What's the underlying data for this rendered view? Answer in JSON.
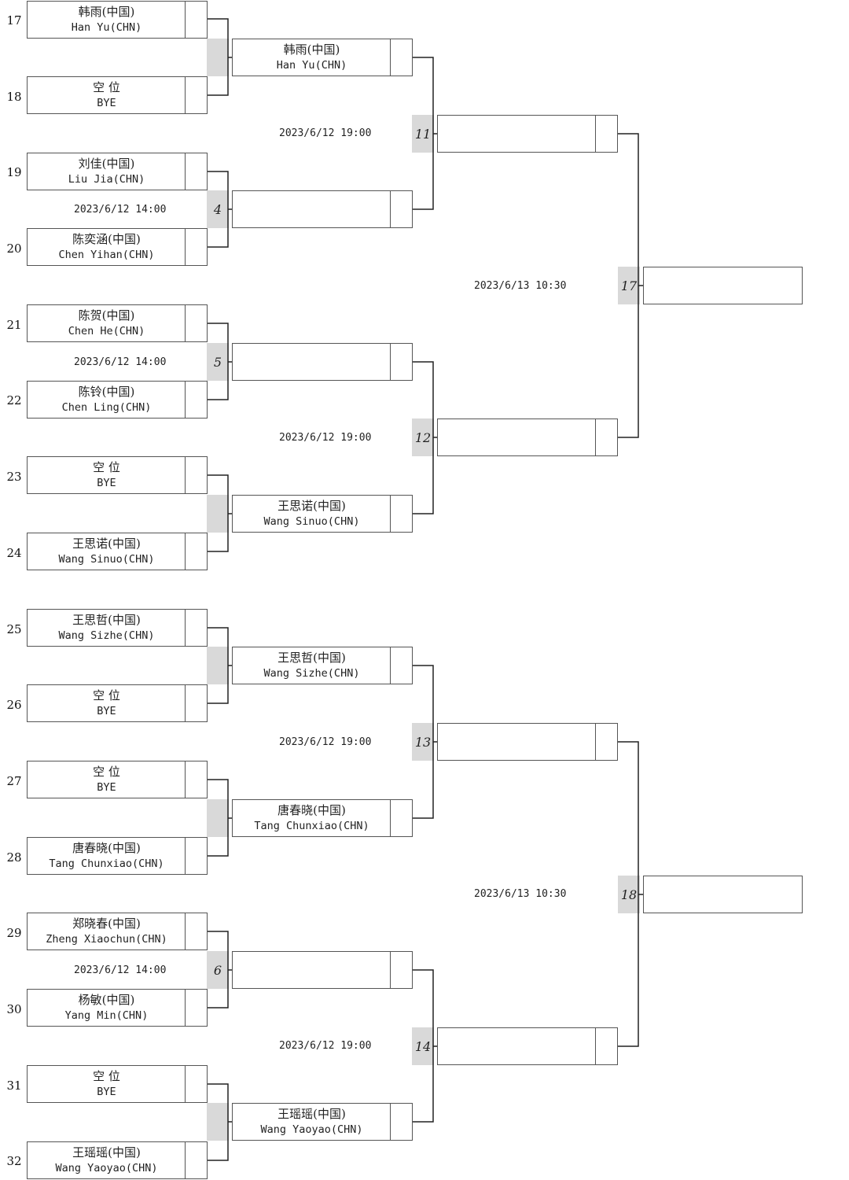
{
  "first_round": [
    {
      "seed": "17",
      "cn": "韩雨(中国)",
      "en": "Han Yu(CHN)"
    },
    {
      "seed": "18",
      "cn": "空 位",
      "en": "BYE"
    },
    {
      "seed": "19",
      "cn": "刘佳(中国)",
      "en": "Liu Jia(CHN)"
    },
    {
      "seed": "20",
      "cn": "陈奕涵(中国)",
      "en": "Chen Yihan(CHN)"
    },
    {
      "seed": "21",
      "cn": "陈贺(中国)",
      "en": "Chen He(CHN)"
    },
    {
      "seed": "22",
      "cn": "陈铃(中国)",
      "en": "Chen Ling(CHN)"
    },
    {
      "seed": "23",
      "cn": "空 位",
      "en": "BYE"
    },
    {
      "seed": "24",
      "cn": "王思诺(中国)",
      "en": "Wang Sinuo(CHN)"
    },
    {
      "seed": "25",
      "cn": "王思哲(中国)",
      "en": "Wang Sizhe(CHN)"
    },
    {
      "seed": "26",
      "cn": "空 位",
      "en": "BYE"
    },
    {
      "seed": "27",
      "cn": "空 位",
      "en": "BYE"
    },
    {
      "seed": "28",
      "cn": "唐春晓(中国)",
      "en": "Tang Chunxiao(CHN)"
    },
    {
      "seed": "29",
      "cn": "郑晓春(中国)",
      "en": "Zheng Xiaochun(CHN)"
    },
    {
      "seed": "30",
      "cn": "杨敏(中国)",
      "en": "Yang Min(CHN)"
    },
    {
      "seed": "31",
      "cn": "空 位",
      "en": "BYE"
    },
    {
      "seed": "32",
      "cn": "王瑶瑶(中国)",
      "en": "Wang Yaoyao(CHN)"
    }
  ],
  "first_round_matches": [
    {
      "match": "",
      "time": ""
    },
    {
      "match": "4",
      "time": "2023/6/12 14:00"
    },
    {
      "match": "5",
      "time": "2023/6/12 14:00"
    },
    {
      "match": "",
      "time": ""
    },
    {
      "match": "",
      "time": ""
    },
    {
      "match": "",
      "time": ""
    },
    {
      "match": "6",
      "time": "2023/6/12 14:00"
    },
    {
      "match": "",
      "time": ""
    }
  ],
  "second_round": [
    {
      "cn": "韩雨(中国)",
      "en": "Han Yu(CHN)"
    },
    {
      "cn": "",
      "en": ""
    },
    {
      "cn": "",
      "en": ""
    },
    {
      "cn": "王思诺(中国)",
      "en": "Wang Sinuo(CHN)"
    },
    {
      "cn": "王思哲(中国)",
      "en": "Wang Sizhe(CHN)"
    },
    {
      "cn": "唐春晓(中国)",
      "en": "Tang Chunxiao(CHN)"
    },
    {
      "cn": "",
      "en": ""
    },
    {
      "cn": "王瑶瑶(中国)",
      "en": "Wang Yaoyao(CHN)"
    }
  ],
  "second_round_matches": [
    {
      "match": "11",
      "time": "2023/6/12 19:00"
    },
    {
      "match": "12",
      "time": "2023/6/12 19:00"
    },
    {
      "match": "13",
      "time": "2023/6/12 19:00"
    },
    {
      "match": "14",
      "time": "2023/6/12 19:00"
    }
  ],
  "third_round_matches": [
    {
      "match": "17",
      "time": "2023/6/13 10:30"
    },
    {
      "match": "18",
      "time": "2023/6/13 10:30"
    }
  ]
}
